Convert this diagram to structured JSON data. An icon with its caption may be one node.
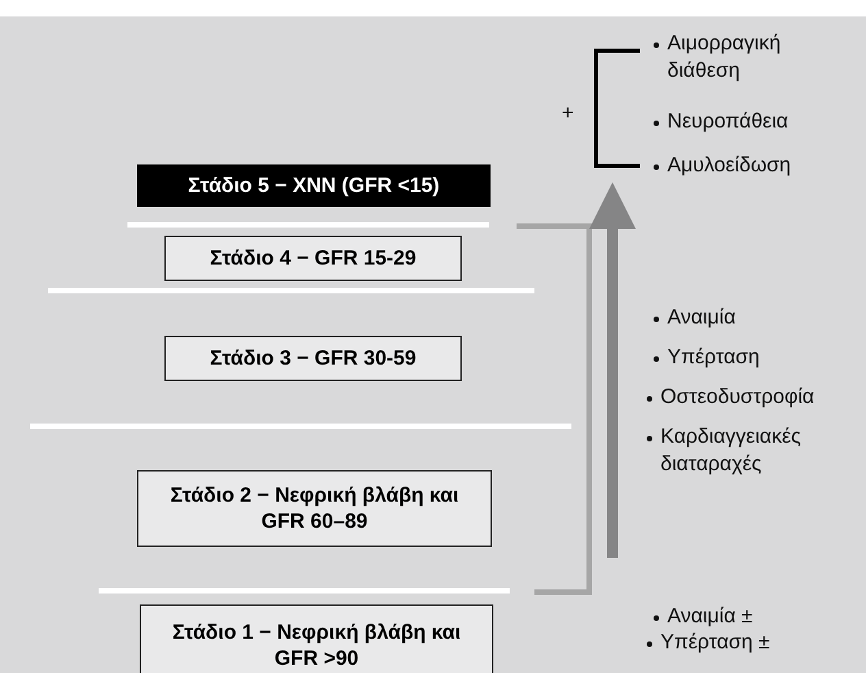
{
  "diagram": {
    "nodes": [
      {
        "text": [
          "Στάδιο 5 − ΧΝΝ (GFR <15)"
        ]
      },
      {
        "text": [
          "Στάδιο 4 − GFR 15-29"
        ]
      },
      {
        "text": [
          "Στάδιο 3 − GFR 30-59"
        ]
      },
      {
        "text": [
          "Στάδιο 2 − Νεφρική βλάβη και GFR 60–89"
        ]
      },
      {
        "text": [
          "Στάδιο 1 − Νεφρική βλάβη και GFR >90"
        ]
      }
    ],
    "edges": [],
    "labels": [
      "Αιμορραγική διάθεση",
      "+",
      "Νευροπάθεια",
      "Αμυλοείδωση",
      "Αναιμία",
      "Υπέρταση",
      "Οστεοδυστροφία",
      "Καρδιαγγειακές διαταραχές",
      "Αναιμία ±",
      "Υπέρταση ±"
    ]
  }
}
